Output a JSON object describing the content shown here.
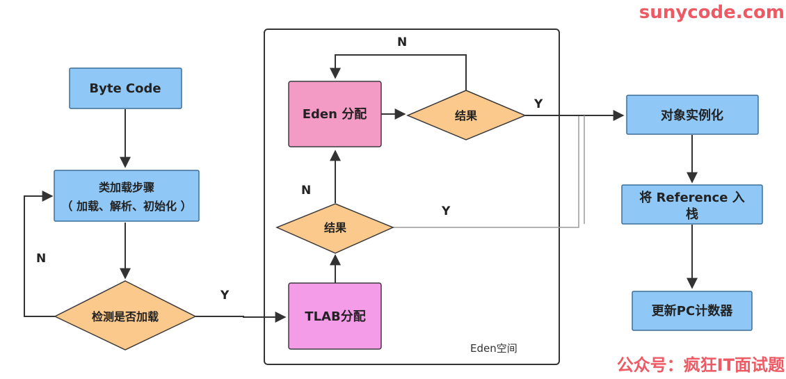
{
  "watermark": {
    "site": "sunycode.com",
    "account": "公众号：疯狂IT面试题"
  },
  "eden_region": {
    "label": "Eden空间"
  },
  "nodes": {
    "byte_code": {
      "label": "Byte Code",
      "color": "#8fc8f7"
    },
    "class_loading": {
      "line1": "类加载步骤",
      "line2": "（ 加载、解析、初始化 ）",
      "color": "#8fc8f7"
    },
    "check_loaded": {
      "label": "检测是否加载",
      "color": "#fbc98c"
    },
    "tlab_alloc": {
      "label": "TLAB分配",
      "color": "#f59ce9"
    },
    "result_lower": {
      "label": "结果",
      "color": "#fbc98c"
    },
    "eden_alloc": {
      "label": "Eden 分配",
      "color": "#f39ac5"
    },
    "result_upper": {
      "label": "结果",
      "color": "#fbc98c"
    },
    "instantiate": {
      "label": "对象实例化",
      "color": "#8fc8f7"
    },
    "push_ref": {
      "line1": "将 Reference 入",
      "line2": "栈",
      "color": "#8fc8f7"
    },
    "update_pc": {
      "label": "更新PC计数器",
      "color": "#8fc8f7"
    }
  },
  "edge_labels": {
    "check_no": "N",
    "check_yes": "Y",
    "lower_no": "N",
    "lower_yes": "Y",
    "upper_no": "N",
    "upper_yes": "Y"
  }
}
